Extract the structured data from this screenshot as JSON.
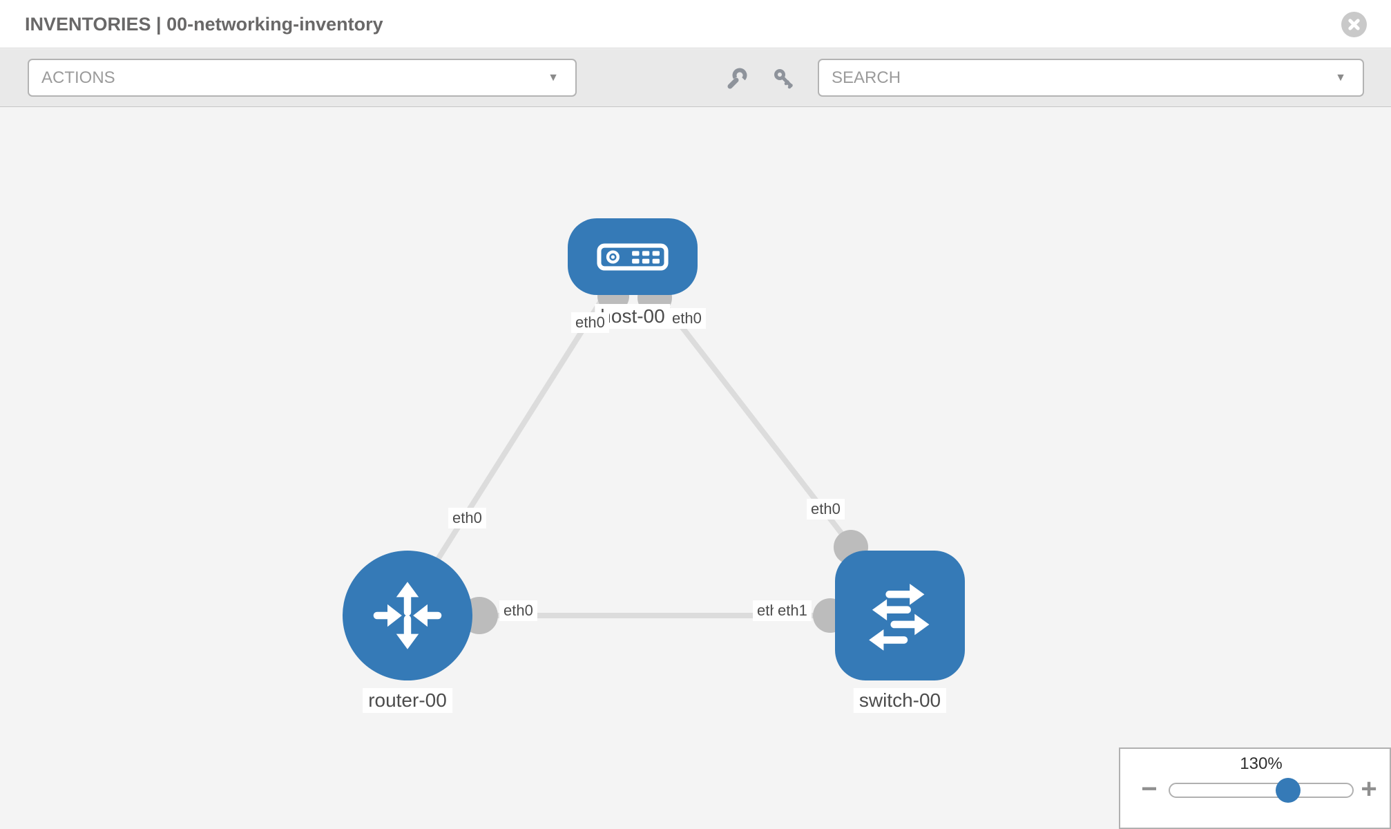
{
  "header": {
    "title": "INVENTORIES | 00-networking-inventory"
  },
  "toolbar": {
    "actions_label": "ACTIONS",
    "search_label": "SEARCH"
  },
  "colors": {
    "node_blue": "#357ab7",
    "edge_gray": "#dcdcdc",
    "port_gray": "#bcbcbc",
    "canvas_bg": "#f4f4f4",
    "toolbar_bg": "#e9e9e9"
  },
  "diagram": {
    "nodes": [
      {
        "id": "host-00",
        "label": "host-00",
        "type": "host",
        "icon": "server-icon"
      },
      {
        "id": "router-00",
        "label": "router-00",
        "type": "router",
        "icon": "router-arrows-icon"
      },
      {
        "id": "switch-00",
        "label": "switch-00",
        "type": "switch",
        "icon": "switch-arrows-icon"
      }
    ],
    "links": [
      {
        "from": "host-00",
        "to": "router-00",
        "from_iface": "eth0",
        "to_iface": "eth0"
      },
      {
        "from": "host-00",
        "to": "switch-00",
        "from_iface": "eth0",
        "to_iface": "eth0"
      },
      {
        "from": "router-00",
        "to": "switch-00",
        "from_iface": "eth0",
        "to_iface": "eth1",
        "overlapped_iface": "eth0"
      }
    ]
  },
  "zoom_control": {
    "value": "130%",
    "minus": "−",
    "plus": "+"
  }
}
